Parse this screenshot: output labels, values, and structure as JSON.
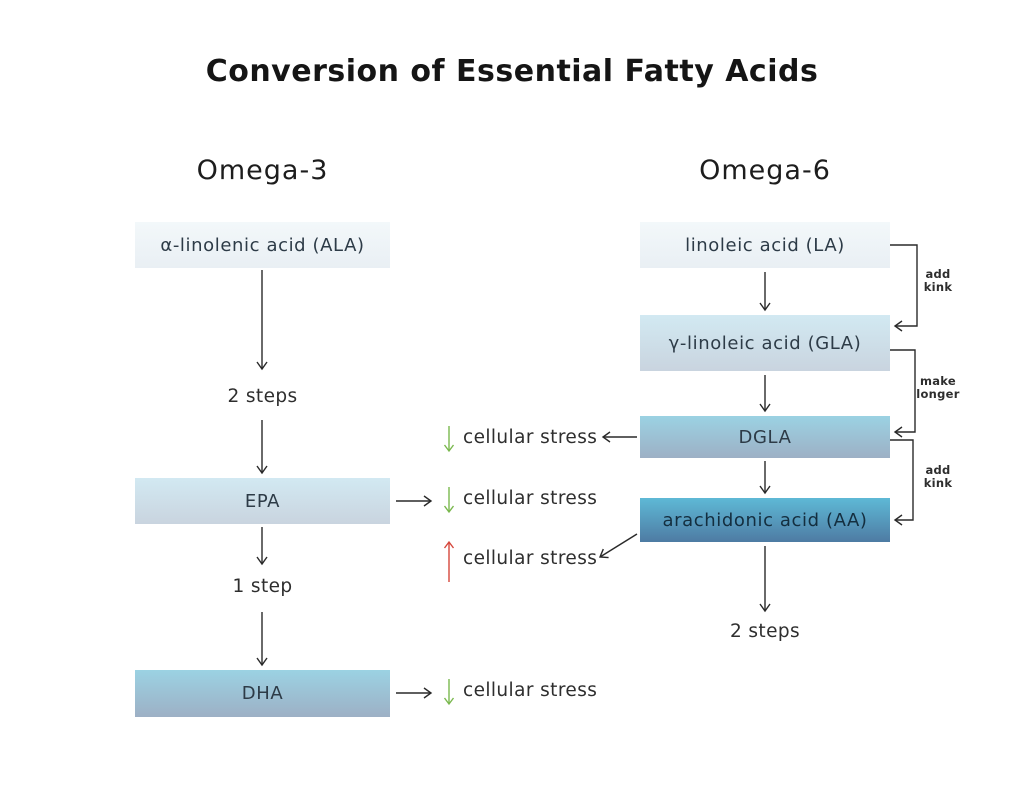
{
  "title": "Conversion of Essential Fatty Acids",
  "columns": {
    "omega3": {
      "header": "Omega-3",
      "nodes": [
        {
          "id": "ALA",
          "label": "α-linolenic acid (ALA)",
          "tier": 1
        },
        {
          "id": "EPA",
          "label": "EPA",
          "tier": 2
        },
        {
          "id": "DHA",
          "label": "DHA",
          "tier": 3
        }
      ],
      "step_labels": [
        "2 steps",
        "1 step"
      ]
    },
    "omega6": {
      "header": "Omega-6",
      "nodes": [
        {
          "id": "LA",
          "label": "linoleic acid (LA)",
          "tier": 1
        },
        {
          "id": "GLA",
          "label": "γ-linoleic acid (GLA)",
          "tier": 2
        },
        {
          "id": "DGLA",
          "label": "DGLA",
          "tier": 3
        },
        {
          "id": "AA",
          "label": "arachidonic acid (AA)",
          "tier": 4
        }
      ],
      "step_label": "2 steps",
      "brackets": [
        {
          "from": "LA",
          "to": "GLA",
          "label_lines": [
            "add",
            "kink"
          ]
        },
        {
          "from": "GLA",
          "to": "DGLA",
          "label_lines": [
            "make",
            "longer"
          ]
        },
        {
          "from": "DGLA",
          "to": "AA",
          "label_lines": [
            "add",
            "kink"
          ]
        }
      ]
    }
  },
  "effects": [
    {
      "source": "DGLA",
      "change": "decrease",
      "text": "cellular stress"
    },
    {
      "source": "EPA",
      "change": "decrease",
      "text": "cellular stress"
    },
    {
      "source": "AA",
      "change": "increase",
      "text": "cellular stress"
    },
    {
      "source": "DHA",
      "change": "decrease",
      "text": "cellular stress"
    }
  ],
  "colors": {
    "background": "#ffffff",
    "text": "#2e2e2e",
    "flow_line": "#2a2a2a",
    "decrease_arrow": "#7ab84e",
    "increase_arrow": "#d5473c",
    "node_light_top": "#f3f8fa",
    "node_light_bottom": "#e9eff4",
    "node_mid_top": "#d2e9f2",
    "node_mid_bottom": "#c9d4df",
    "node_deep_top": "#9bd2e3",
    "node_deep_bottom": "#9db0c5",
    "node_dark_top": "#5eb9d6",
    "node_dark_bottom": "#4e7ba3"
  }
}
